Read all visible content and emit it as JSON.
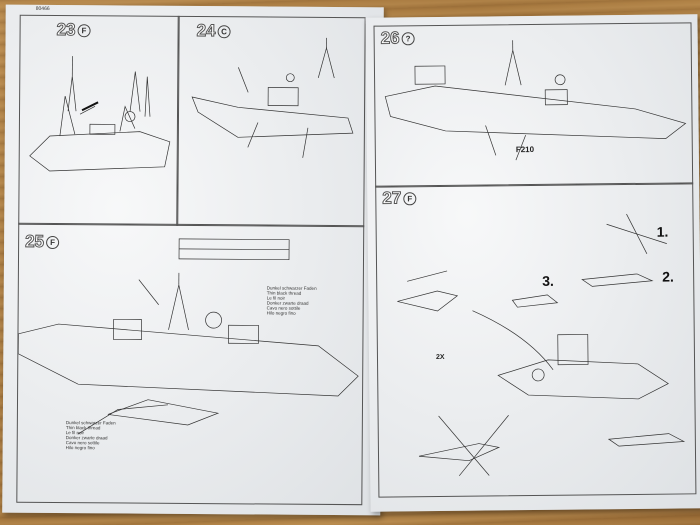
{
  "left_sheet": {
    "corner_code": "80466",
    "step_23": {
      "number": "23",
      "circle": "F"
    },
    "step_24": {
      "number": "24",
      "circle": "C"
    },
    "step_25": {
      "number": "25",
      "circle": "F"
    },
    "note_lines": [
      "Dunkel schwarzer Faden",
      "Thin black thread",
      "Le fil noir",
      "Donker zwarte draad",
      "Cavo nero sottile",
      "Hilo negro fino"
    ]
  },
  "right_sheet": {
    "step_26": {
      "number": "26",
      "circle": "?"
    },
    "step_27": {
      "number": "27",
      "circle": "F"
    },
    "hull_code": "F210",
    "callouts": [
      "1.",
      "2.",
      "3."
    ],
    "twox": "2X"
  },
  "icons": [
    "table-wood-background",
    "instruction-sheet",
    "ship-drawing",
    "helicopter-drawing"
  ]
}
